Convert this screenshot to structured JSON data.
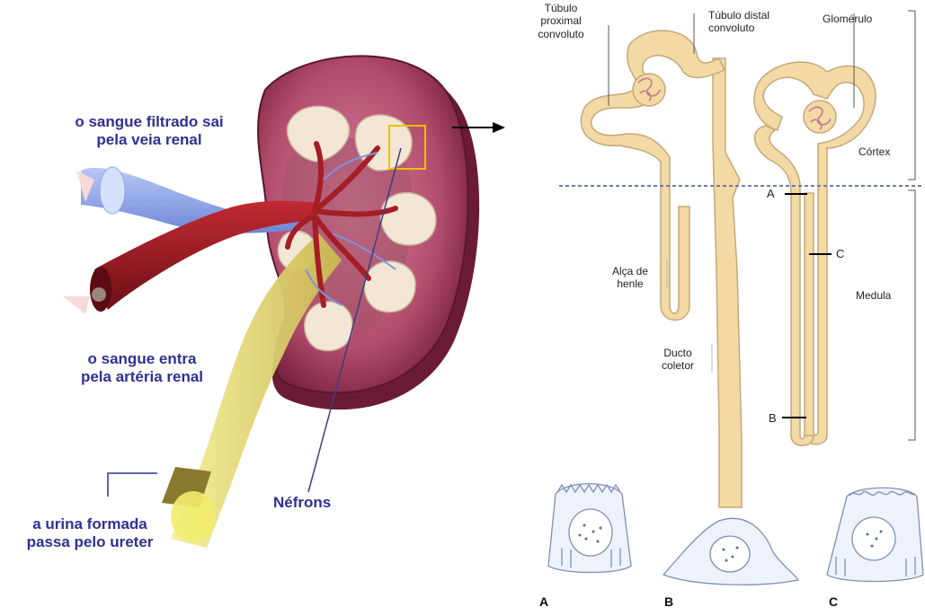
{
  "kidney": {
    "label_vein": "o sangue filtrado sai pela veia renal",
    "label_vein_l1": "o sangue filtrado sai",
    "label_vein_l2": "pela veia renal",
    "label_artery_l1": "o sangue entra",
    "label_artery_l2": "pela artéria renal",
    "label_ureter_l1": "a urina formada",
    "label_ureter_l2": "passa pelo ureter",
    "label_nephrons": "Néfrons"
  },
  "nephron": {
    "proximal_l1": "Túbulo",
    "proximal_l2": "proximal",
    "proximal_l3": "convoluto",
    "distal_l1": "Túbulo distal",
    "distal_l2": "convoluto",
    "glomerulus": "Glomérulo",
    "cortex": "Córtex",
    "medulla": "Medula",
    "loop_l1": "Alça de",
    "loop_l2": "henle",
    "duct_l1": "Ducto",
    "duct_l2": "coletor",
    "marker_a": "A",
    "marker_b": "B",
    "marker_c": "C"
  },
  "cells": {
    "label_a": "A",
    "label_b": "B",
    "label_c": "C"
  },
  "colors": {
    "text_blue": "#2e3192",
    "tubule": "#f3d9a4",
    "kidney": "#b0486a",
    "artery": "#a51d25",
    "vein": "#8fa7ec",
    "ureter": "#e8e27a"
  }
}
